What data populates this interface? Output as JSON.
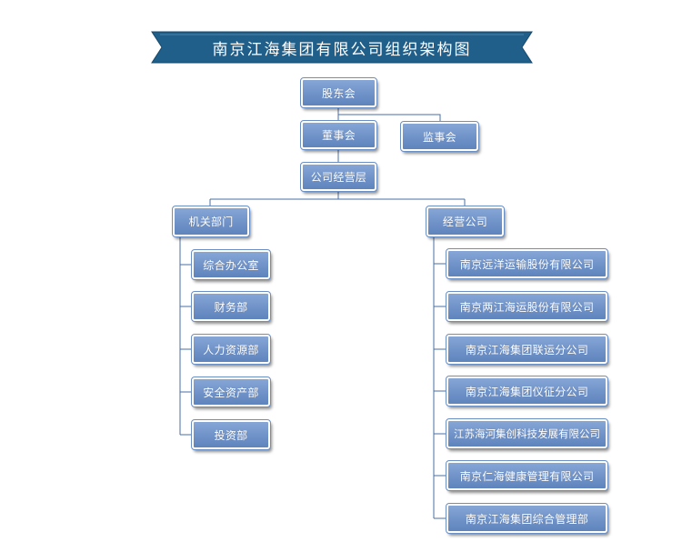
{
  "title": "南京江海集团有限公司组织架构图",
  "colors": {
    "banner": "#1f5f8a",
    "node": "#7396c9",
    "line": "#4a6fa5"
  },
  "nodes": {
    "shareholders": "股东会",
    "board": "董事会",
    "supervisors": "监事会",
    "management": "公司经营层",
    "departments": "机关部门",
    "companies": "经营公司"
  },
  "department_items": [
    "综合办公室",
    "财务部",
    "人力资源部",
    "安全资产部",
    "投资部"
  ],
  "company_items": [
    "南京远洋运输股份有限公司",
    "南京两江海运股份有限公司",
    "南京江海集团联运分公司",
    "南京江海集团仪征分公司",
    "江苏海河集创科技发展有限公司",
    "南京仁海健康管理有限公司",
    "南京江海集团综合管理部"
  ]
}
